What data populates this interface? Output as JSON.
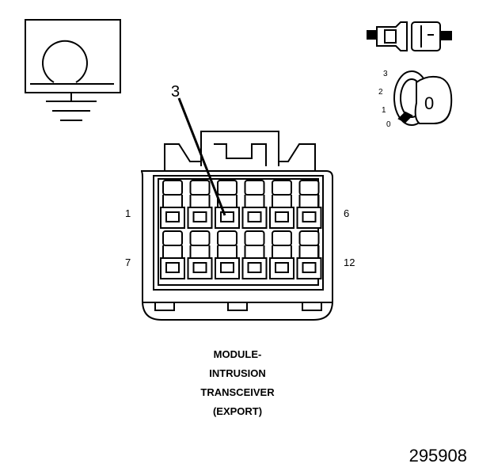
{
  "callout": {
    "number": "3"
  },
  "pin_labels": {
    "top_left": "1",
    "top_right": "6",
    "bottom_left": "7",
    "bottom_right": "12"
  },
  "key_positions": {
    "p3": "3",
    "p2": "2",
    "p1": "1",
    "p0": "0",
    "key_head": "0"
  },
  "caption": {
    "line1": "MODULE-",
    "line2": "INTRUSION",
    "line3": "TRANSCEIVER",
    "line4": "(EXPORT)"
  },
  "figure_number": "295908",
  "connector": {
    "rows": 2,
    "columns": 6
  },
  "icons": [
    "ground-symbol-icon",
    "connector-plug-icon",
    "ignition-key-icon"
  ]
}
